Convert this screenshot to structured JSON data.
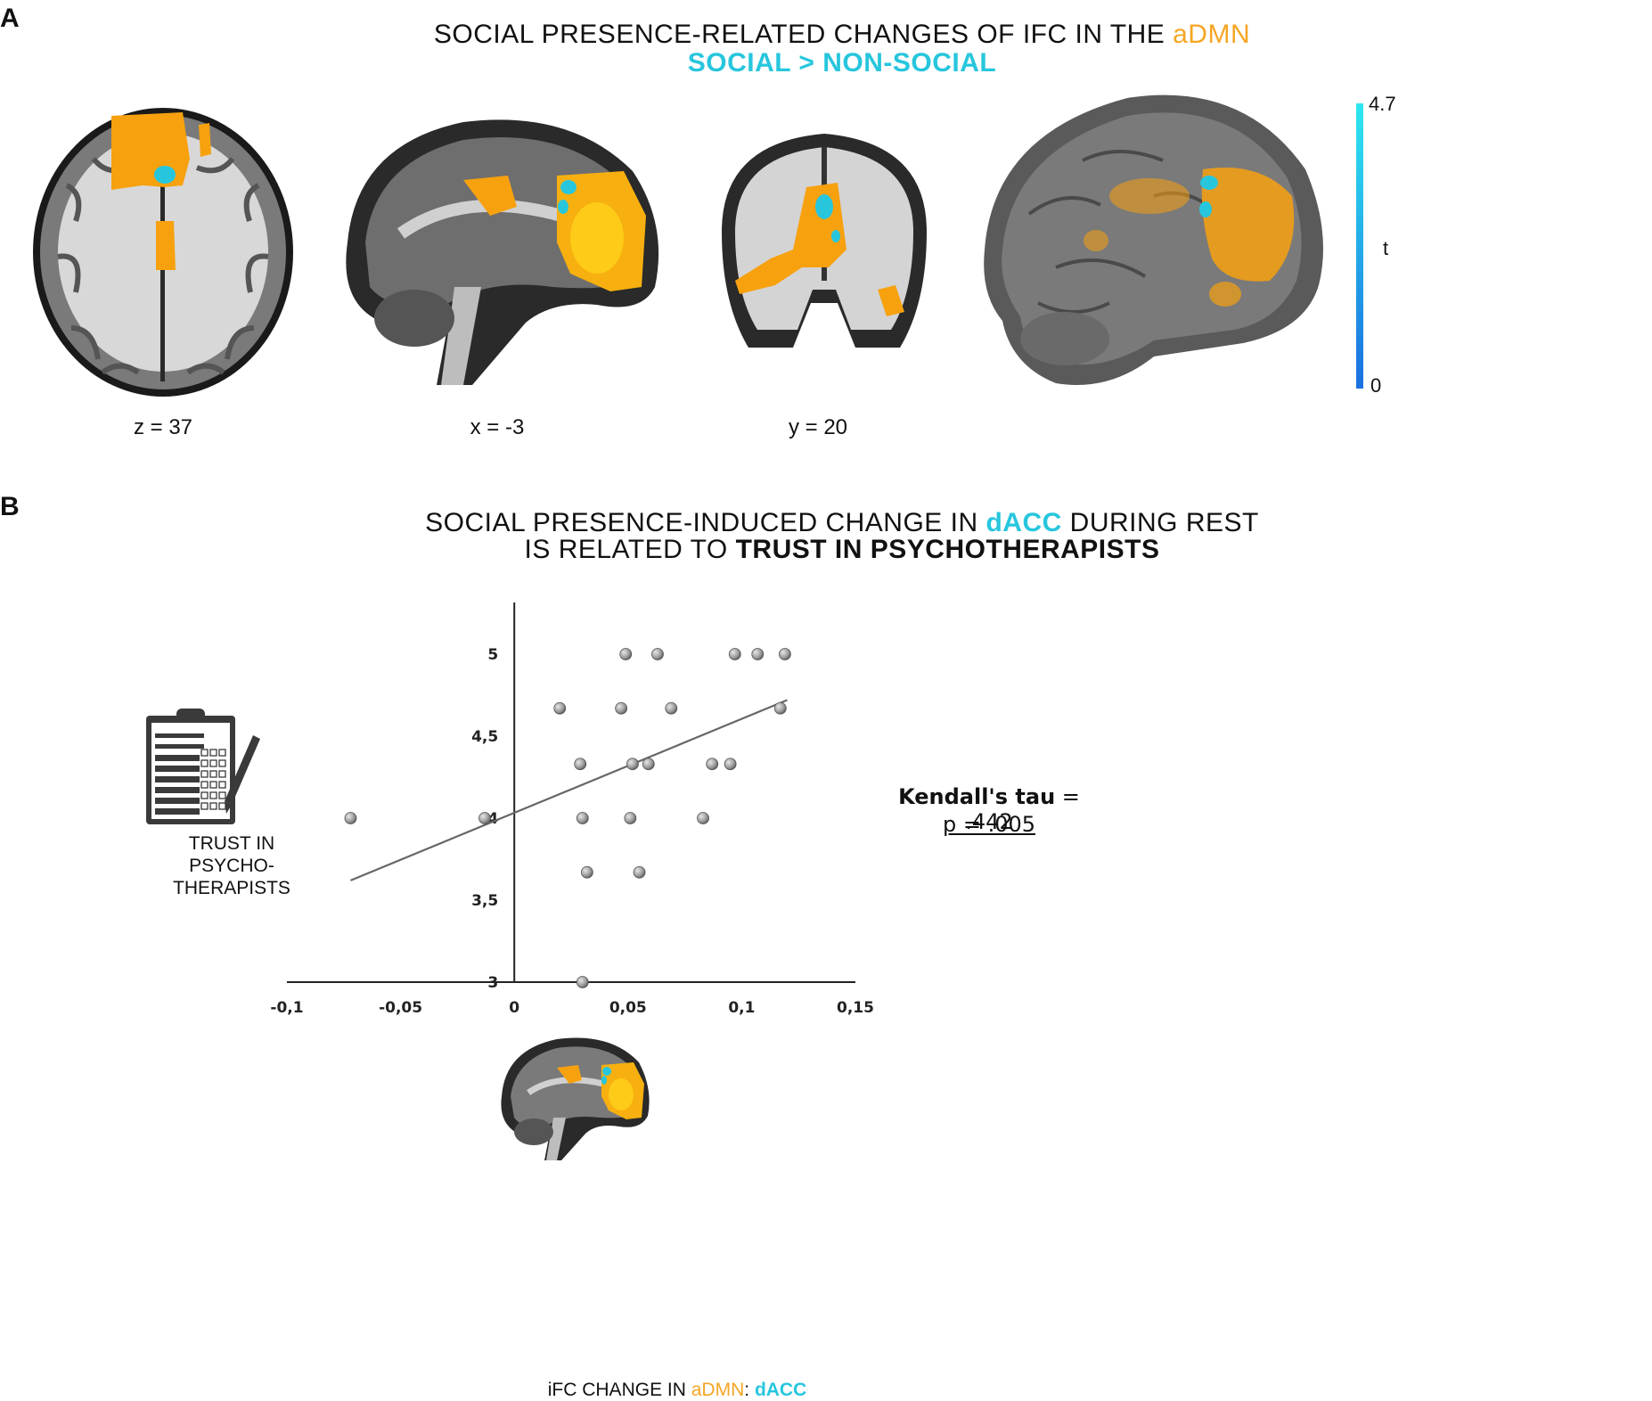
{
  "panel_a": {
    "letter": "A",
    "title_prefix": "SOCIAL PRESENCE-RELATED CHANGES OF IFC IN THE ",
    "title_highlight": "aDMN",
    "subtitle": "SOCIAL > NON-SOCIAL",
    "slices": {
      "axial": "z = 37",
      "sagittal": "x = -3",
      "coronal": "y = 20"
    },
    "colorbar": {
      "max": "4.7",
      "min": "0",
      "label": "t"
    }
  },
  "panel_b": {
    "letter": "B",
    "title_line1_prefix": "SOCIAL PRESENCE-INDUCED CHANGE IN ",
    "title_line1_highlight": "dACC",
    "title_line1_suffix": " DURING REST",
    "title_line2_prefix": "IS RELATED TO ",
    "title_line2_bold": "TRUST IN PSYCHOTHERAPISTS",
    "ylabel_icon_text": [
      "TRUST IN",
      "PSYCHO-",
      "THERAPISTS"
    ],
    "xlabel_prefix": "iFC CHANGE IN ",
    "xlabel_region1": "aDMN",
    "xlabel_sep": ": ",
    "xlabel_region2": "dACC",
    "stat_name": "Kendall's tau",
    "stat_value": " = .442",
    "p_value": "p = .005"
  },
  "colors": {
    "orange": "#f5a623",
    "cyan": "#27c6dd",
    "point": "#9a9a9a",
    "axis": "#222222",
    "trendline": "#666666"
  },
  "chart_data": {
    "type": "scatter",
    "title": "SOCIAL PRESENCE-INDUCED CHANGE IN dACC DURING REST IS RELATED TO TRUST IN PSYCHOTHERAPISTS",
    "xlabel": "iFC CHANGE IN aDMN: dACC",
    "ylabel": "TRUST IN PSYCHO-THERAPISTS",
    "xlim": [
      -0.1,
      0.15
    ],
    "ylim": [
      3,
      5.3
    ],
    "x_ticks": [
      -0.1,
      -0.05,
      0,
      0.05,
      0.1,
      0.15
    ],
    "x_tick_labels": [
      "-0,1",
      "-0,05",
      "0",
      "0,05",
      "0,1",
      "0,15"
    ],
    "y_ticks": [
      3,
      3.5,
      4,
      4.5,
      5
    ],
    "y_tick_labels": [
      "3",
      "3,5",
      "4",
      "4,5",
      "5"
    ],
    "grid": false,
    "points": [
      {
        "x": 0.049,
        "y": 5.0
      },
      {
        "x": 0.063,
        "y": 5.0
      },
      {
        "x": 0.097,
        "y": 5.0
      },
      {
        "x": 0.107,
        "y": 5.0
      },
      {
        "x": 0.119,
        "y": 5.0
      },
      {
        "x": 0.02,
        "y": 4.67
      },
      {
        "x": 0.047,
        "y": 4.67
      },
      {
        "x": 0.069,
        "y": 4.67
      },
      {
        "x": 0.117,
        "y": 4.67
      },
      {
        "x": 0.029,
        "y": 4.33
      },
      {
        "x": 0.052,
        "y": 4.33
      },
      {
        "x": 0.059,
        "y": 4.33
      },
      {
        "x": 0.087,
        "y": 4.33
      },
      {
        "x": 0.095,
        "y": 4.33
      },
      {
        "x": -0.072,
        "y": 4.0
      },
      {
        "x": -0.013,
        "y": 4.0
      },
      {
        "x": 0.03,
        "y": 4.0
      },
      {
        "x": 0.051,
        "y": 4.0
      },
      {
        "x": 0.083,
        "y": 4.0
      },
      {
        "x": 0.032,
        "y": 3.67
      },
      {
        "x": 0.055,
        "y": 3.67
      },
      {
        "x": 0.03,
        "y": 3.0
      }
    ],
    "trendline": {
      "x": [
        -0.072,
        0.12
      ],
      "y": [
        3.62,
        4.72
      ]
    },
    "annotation": "Kendall's tau = .442, p = .005"
  }
}
